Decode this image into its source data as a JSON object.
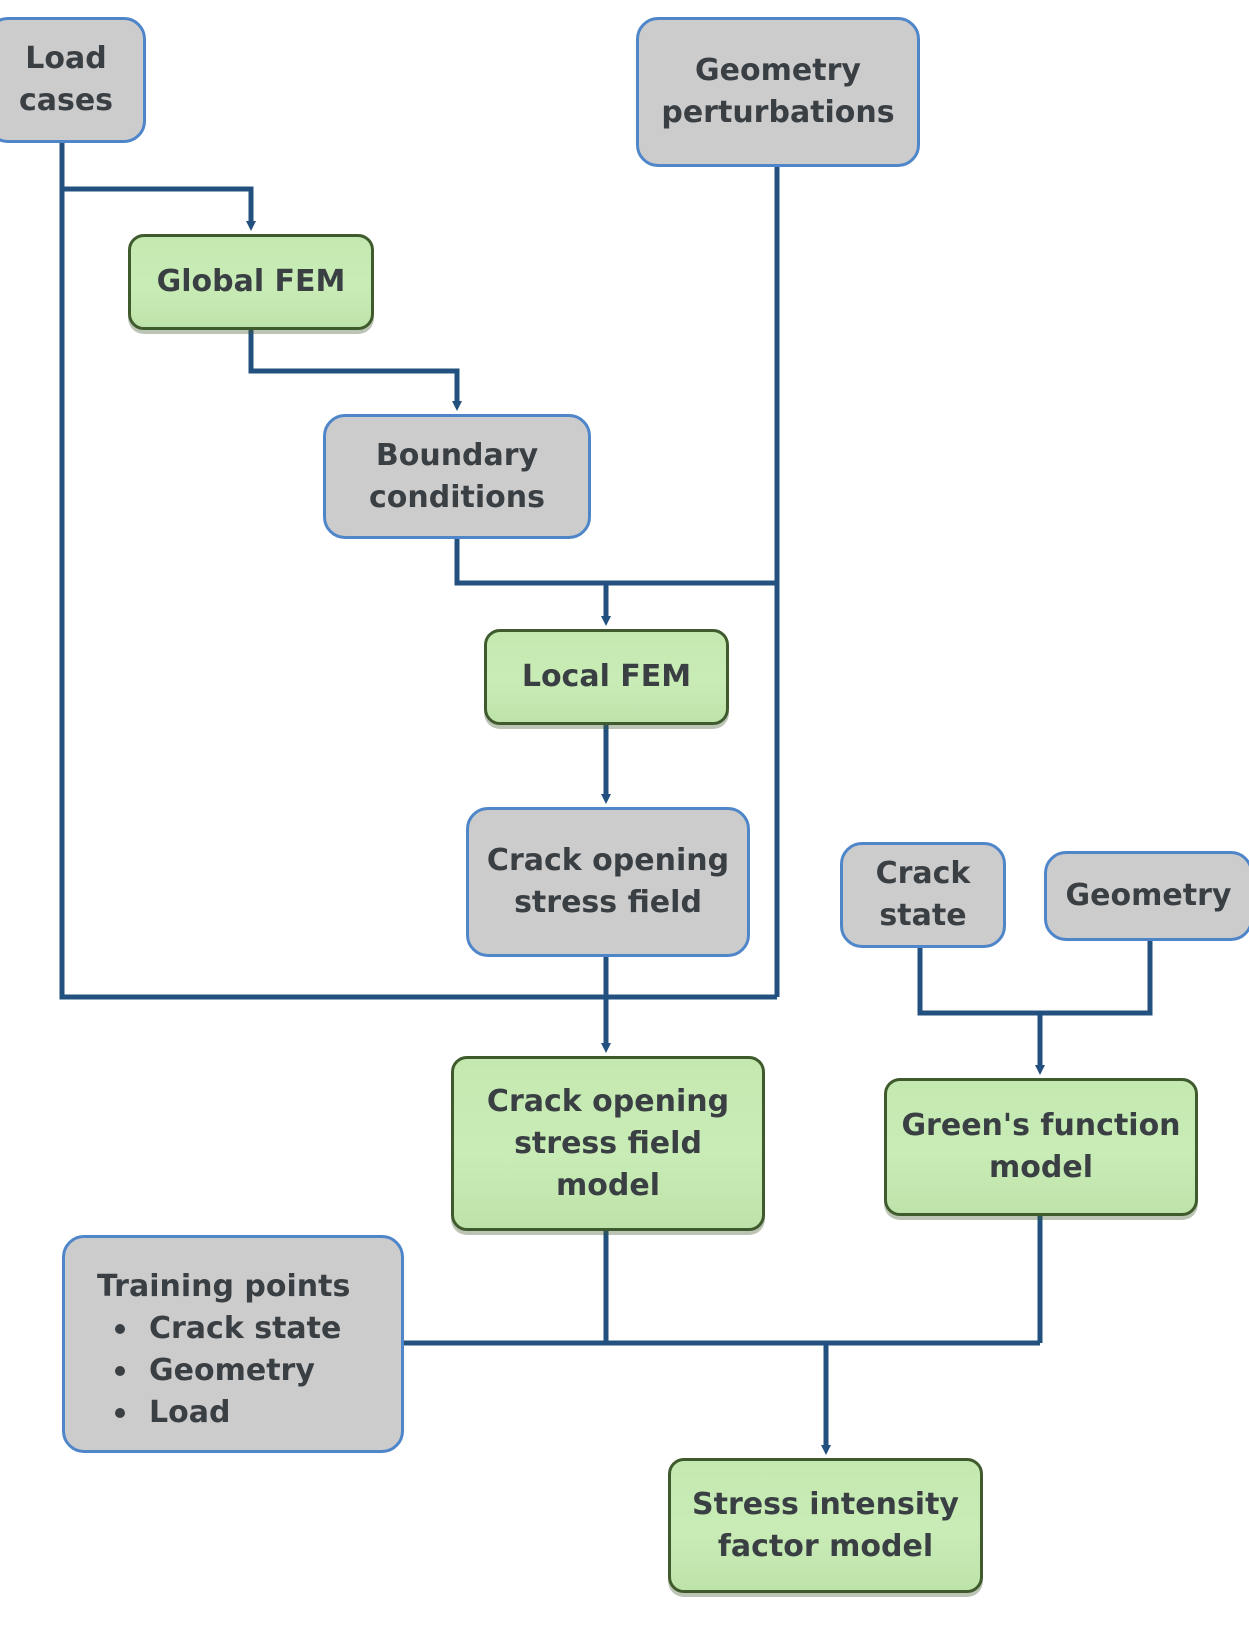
{
  "nodes": {
    "load_cases": {
      "lines": [
        "Load",
        "cases"
      ],
      "kind": "data"
    },
    "geometry_perturbations": {
      "lines": [
        "Geometry",
        "perturbations"
      ],
      "kind": "data"
    },
    "global_fem": {
      "lines": [
        "Global FEM"
      ],
      "kind": "model"
    },
    "boundary_conditions": {
      "lines": [
        "Boundary",
        "conditions"
      ],
      "kind": "data"
    },
    "local_fem": {
      "lines": [
        "Local FEM"
      ],
      "kind": "model"
    },
    "crack_opening_stress_field": {
      "lines": [
        "Crack opening",
        "stress field"
      ],
      "kind": "data"
    },
    "crack_state": {
      "lines": [
        "Crack",
        "state"
      ],
      "kind": "data"
    },
    "geometry": {
      "lines": [
        "Geometry"
      ],
      "kind": "data"
    },
    "crack_opening_stress_field_model": {
      "lines": [
        "Crack opening",
        "stress field",
        "model"
      ],
      "kind": "model"
    },
    "greens_function_model": {
      "lines": [
        "Green's function",
        "model"
      ],
      "kind": "model"
    },
    "training_points": {
      "title": "Training points",
      "items": [
        "Crack state",
        "Geometry",
        "Load"
      ],
      "kind": "data"
    },
    "stress_intensity_factor_model": {
      "lines": [
        "Stress intensity",
        "factor model"
      ],
      "kind": "model"
    }
  },
  "edges": [
    {
      "from": "load_cases",
      "to": "global_fem"
    },
    {
      "from": "global_fem",
      "to": "boundary_conditions"
    },
    {
      "from": "boundary_conditions",
      "to": "local_fem"
    },
    {
      "from": "geometry_perturbations",
      "to": "local_fem"
    },
    {
      "from": "local_fem",
      "to": "crack_opening_stress_field"
    },
    {
      "from": "crack_opening_stress_field",
      "to": "crack_opening_stress_field_model"
    },
    {
      "from": "load_cases",
      "to": "crack_opening_stress_field_model"
    },
    {
      "from": "geometry_perturbations",
      "to": "crack_opening_stress_field_model"
    },
    {
      "from": "crack_state",
      "to": "greens_function_model"
    },
    {
      "from": "geometry",
      "to": "greens_function_model"
    },
    {
      "from": "crack_opening_stress_field_model",
      "to": "stress_intensity_factor_model"
    },
    {
      "from": "greens_function_model",
      "to": "stress_intensity_factor_model"
    },
    {
      "from": "training_points",
      "to": "stress_intensity_factor_model"
    }
  ],
  "colors": {
    "connector": "#23517f",
    "data_fill": "#cccccc",
    "data_border": "#4f86c9",
    "model_fill": "#c6eab2",
    "model_border": "#3f5a2c",
    "text": "#3a3f44"
  }
}
